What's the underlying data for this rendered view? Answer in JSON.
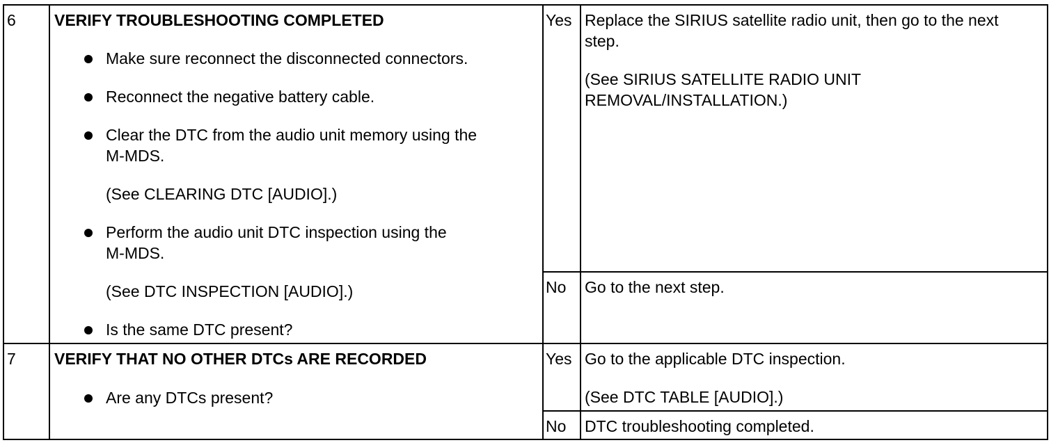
{
  "rows": [
    {
      "step": "6",
      "title": "VERIFY TROUBLESHOOTING COMPLETED",
      "bullets": [
        "Make sure reconnect the disconnected connectors.",
        "Reconnect the negative battery cable.",
        "Clear the DTC from the audio unit memory using the",
        "M-MDS.",
        "(See CLEARING DTC [AUDIO].)",
        "Perform the audio unit DTC inspection using the",
        "M-MDS.",
        "(See DTC INSPECTION [AUDIO].)",
        "Is the same DTC present?"
      ],
      "yes_label": "Yes",
      "yes_action": [
        "Replace the SIRIUS satellite radio unit, then go to the next",
        "step.",
        "(See SIRIUS SATELLITE RADIO UNIT",
        "REMOVAL/INSTALLATION.)"
      ],
      "no_label": "No",
      "no_action": "Go to the next step."
    },
    {
      "step": "7",
      "title": "VERIFY THAT NO OTHER DTCs ARE RECORDED",
      "bullets": [
        "Are any DTCs present?"
      ],
      "yes_label": "Yes",
      "yes_action": [
        "Go to the applicable DTC inspection.",
        "(See DTC TABLE [AUDIO].)"
      ],
      "no_label": "No",
      "no_action": "DTC troubleshooting completed."
    }
  ]
}
